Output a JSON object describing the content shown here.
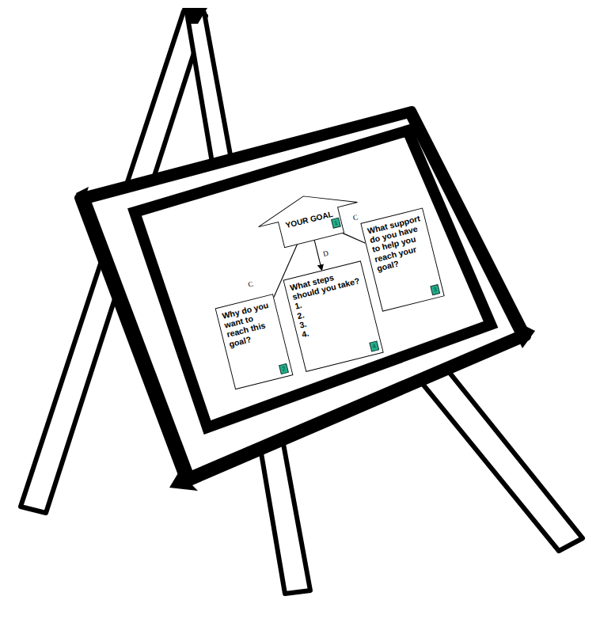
{
  "diagram": {
    "nodes": [
      {
        "text": [
          "YOUR GOAL"
        ]
      },
      {
        "text": [
          "Why do you want to reach this goal?"
        ]
      },
      {
        "text": [
          "What steps should you take?",
          "1.",
          "2.",
          "3.",
          "4."
        ]
      },
      {
        "text": [
          "What support do you have to help you reach your goal?"
        ]
      }
    ],
    "edges": [
      {
        "from": 0,
        "to": 1,
        "arrow": "none"
      },
      {
        "from": 0,
        "to": 2,
        "arrow": "to"
      },
      {
        "from": 0,
        "to": 3,
        "arrow": "none"
      }
    ],
    "labels": [
      "1",
      "2",
      "3",
      "4",
      "C",
      "C",
      "D"
    ]
  }
}
